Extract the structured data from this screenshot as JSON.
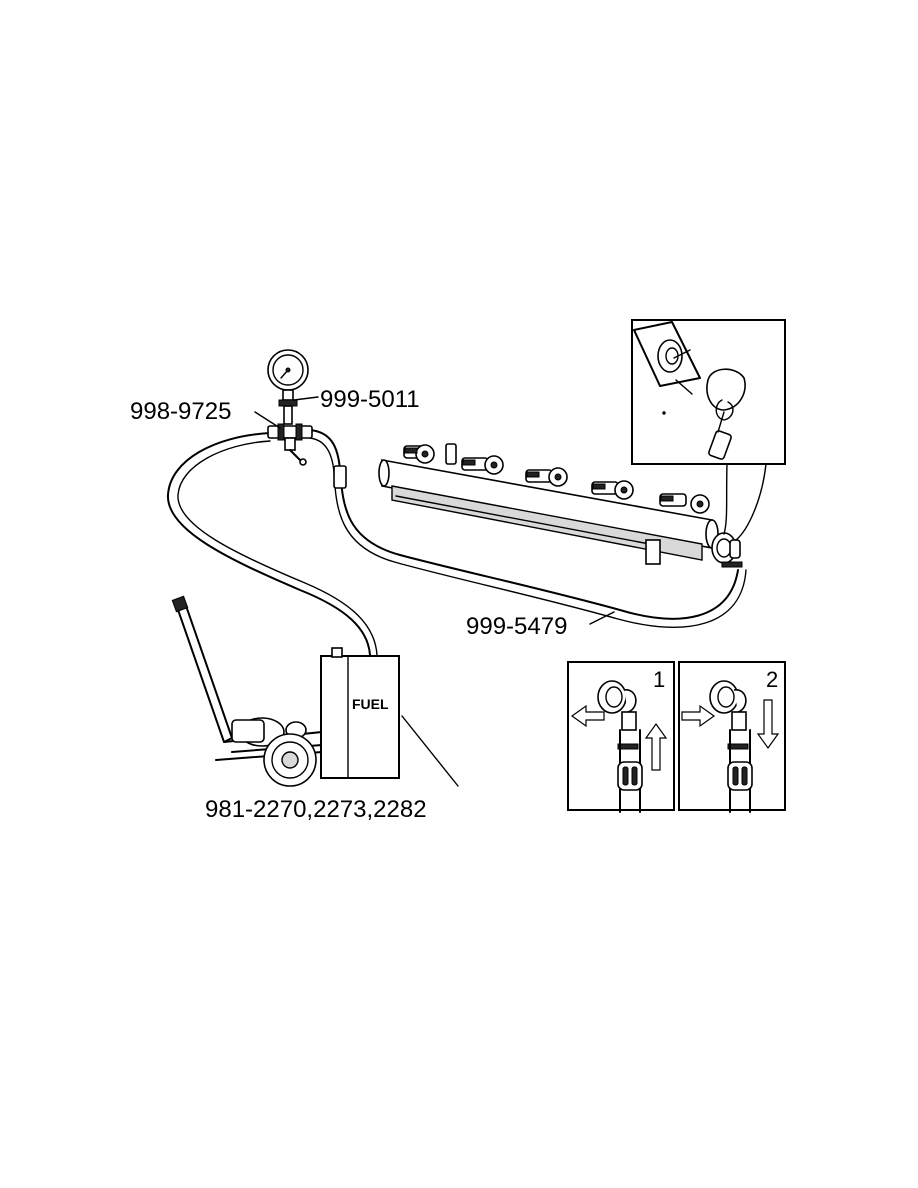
{
  "labels": {
    "gauge_adapter": "998-9725",
    "pressure_gauge": "999-5011",
    "hose": "999-5479",
    "fuel_cart": "981-2270,2273,2282"
  },
  "tank_text": "FUEL",
  "step_panels": [
    {
      "number": "1"
    },
    {
      "number": "2"
    }
  ]
}
